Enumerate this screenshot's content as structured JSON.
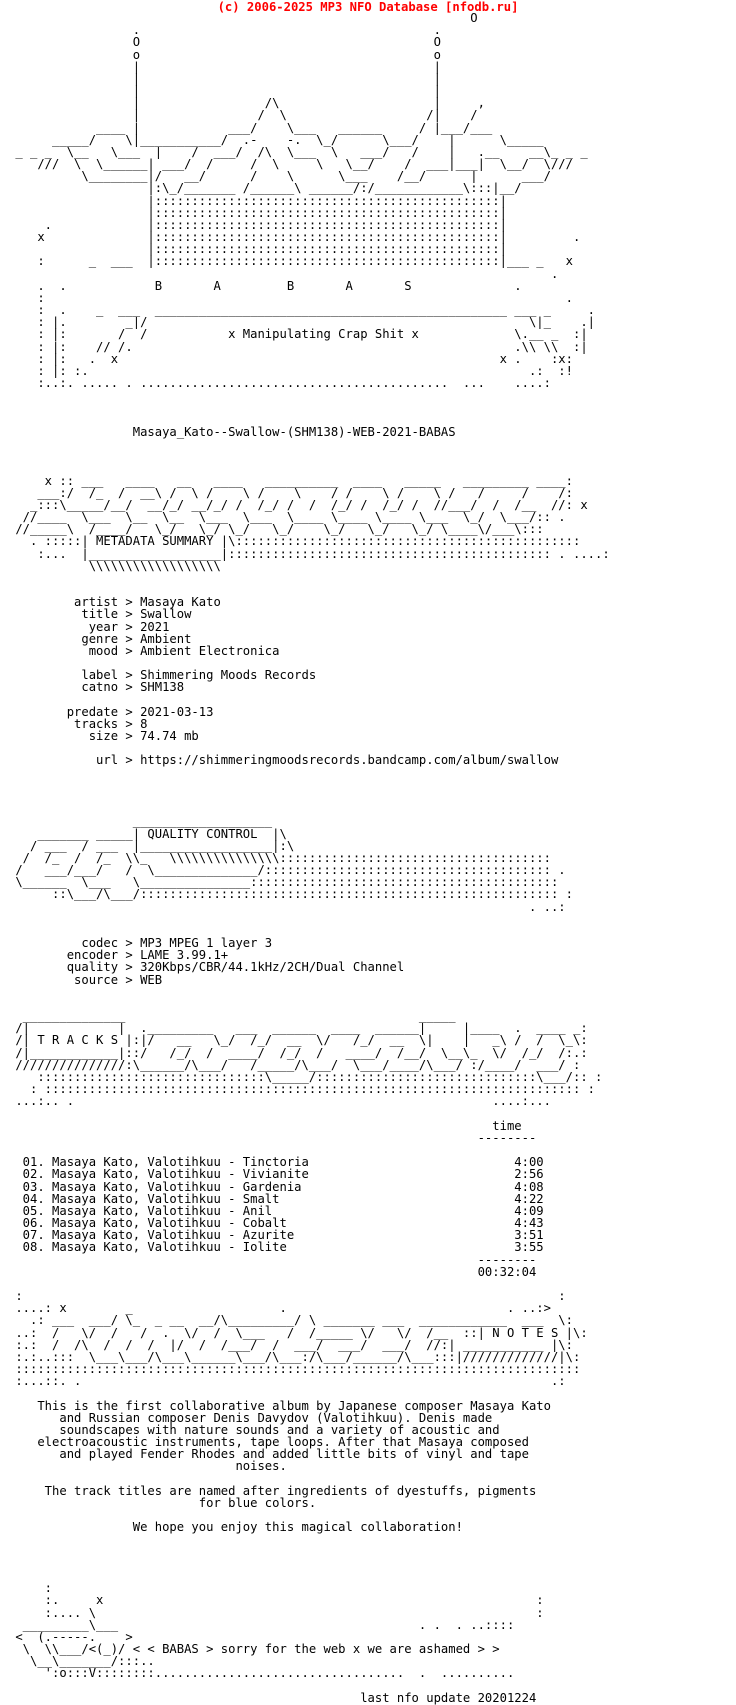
{
  "header": {
    "text": "(c) 2006-2025 MP3 NFO Database [nfodb.ru]",
    "color": "#ff0000"
  },
  "text_color": "#000000",
  "background_color": "#ffffff",
  "nfo_lines": [
    "                                                               O",
    "                 .                                        .",
    "                 O                                        O",
    "                 o                                        o",
    "                 |                                        |",
    "                 |                                        |",
    "                 |                                        |",
    "                 |                 /\\                     |     ,",
    "                 |                /  \\                   /|    /",
    "            ____ |            ___/    \\___   ______     / |___/___",
    "      _____/    \\|___________/  .-    -.  \\_/      \\___/    |      \\_____",
    " _ _ _  \\__   \\___  |    /  ___/  /\\  \\___  \\   ___/   /    |   .__    __\\_ _ _",
    "    ///  \\  \\______| ___/  /     /  \\     \\   \\__/    /  ___|___|  \\__/  \\///",
    "          \\________|/   __/      /    \\      \\___    /__/      |      ___/",
    "                   |:\\_/_______ /______\\ ______/:/____________\\:::|__/",
    "                   |:::::::::::::::::::::::::::::::::::::::::::::::|",
    "                   |:::::::::::::::::::::::::::::::::::::::::::::::|",
    "     .             |:::::::::::::::::::::::::::::::::::::::::::::::|",
    "    x              |:::::::::::::::::::::::::::::::::::::::::::::::|         .",
    "                   |:::::::::::::::::::::::::::::::::::::::::::::::|",
    "    :      _  ___  |:::::::::::::::::::::::::::::::::::::::::::::::|___ _   x",
    "                                                                          .",
    "    .  .            B       A         B       A       S              .",
    "    :                                                                       .",
    "    :  .    _  ___  ________________________________________________ ___ _     .",
    "    : |.        _|/                                                    \\|_    .|",
    "    : |:       /  /           x Manipulating Crap Shit x             \\.__ _  :|",
    "    : |:    // /.                                                    .\\\\ \\\\  :|",
    "    : |:   .  x                                                    x .    :x:",
    "    : |: :.                                                            .:  :!",
    "    :..:. ..... . ..........................................  ...    ....:",
    "",
    "",
    "",
    "                 Masaya_Kato--Swallow-(SHM138)-WEB-2021-BABAS",
    "",
    "",
    "",
    "     x :: ___   ____   __   ____   __________  ____   _____   _________ ____:",
    "    ___:/  /_  /  __\\ /  \\ /    \\ /    \\    / /    \\ /    \\ /   /     /    /:",
    "   _:::\\_____/__/  __/_/ __/_/ /  /_/ /  /  /_/ /  /_/ /  //___/  /  /__  //: x",
    "  //____  \\___  \\__  \\__  \\___  \\___  \\____ \\____ \\____ \\___  \\_/  \\___/:: .",
    " //_____\\  /____/   \\_/   \\_/ \\_/   \\_/    \\_/   \\_/   \\_/ \\____\\/___\\:::",
    "   . :::::| METADATA SUMMARY |\\:::::::::::::::::::::::::::::::::::::::::::::::",
    "    :...  |__________________|:::::::::::::::::::::::::::::::::::::::::::: . ....:",
    "           \\\\\\\\\\\\\\\\\\\\\\\\\\\\\\\\\\\\",
    "",
    "",
    "         artist > Masaya Kato",
    "          title > Swallow",
    "           year > 2021",
    "          genre > Ambient",
    "           mood > Ambient Electronica",
    "",
    "          label > Shimmering Moods Records",
    "          catno > SHM138",
    "",
    "        predate > 2021-03-13",
    "         tracks > 8",
    "           size > 74.74 mb",
    "",
    "            url > https://shimmeringmoodsrecords.bandcamp.com/album/swallow",
    "",
    "",
    "",
    "",
    "                 ___________________",
    "    _______ _____| QUALITY CONTROL  |\\",
    "   / ___  / ___  |__________________|:\\",
    "  /  /_  /  /_  \\\\_   \\\\\\\\\\\\\\\\\\\\\\\\\\\\\\:::::::::::::::::::::::::::::::::::::",
    " /   ___/___/   /  \\______________/::::::::::::::::::::::::::::::::::::::: .",
    " \\______  \\___   \\_______________::::::::::::::::::::::::::::::::::::::::::",
    "      ::\\___/\\___/::::::::::::::::::::::::::::::::::::::::::::::::::::::::: :",
    "                                                                       . ..:",
    "",
    "",
    "          codec > MP3 MPEG 1 layer 3",
    "        encoder > LAME 3.99.1+",
    "        quality > 320Kbps/CBR/44.1kHz/2CH/Dual Channel",
    "         source > WEB",
    "",
    "",
    "  ______________                                        _____",
    " /|            |  ._________   ___  ______  ____  ______|     |____  .  ____ _:",
    " /| T R A C K S |:|/   __   \\_/  /_/  __  \\/   /_/  __  \\|    |   _\\ /  /  \\_\\:",
    " /|____________|::/   /_/  /  ____/  /_/  /   ____/  /__/  \\__\\_  \\/  /_/  /:.:",
    " ///////////////:\\______/\\___/   /_____/\\___/  \\___/____/\\___/ :/____/  ___/ :",
    "    :::::::::::::::::::::::::::::::\\_____/::::::::::::::::::::::::::::::\\___/:: :",
    "   : ::::::::::::::::::::::::::::::::::::::::::::::::::::::::::::::::::::::::: :",
    " ...:.. .                                                         ....:...",
    "",
    "                                                                  time",
    "                                                                --------",
    "",
    "  01. Masaya Kato, Valotihkuu - Tinctoria                            4:00",
    "  02. Masaya Kato, Valotihkuu - Vivianite                            2:56",
    "  03. Masaya Kato, Valotihkuu - Gardenia                             4:08",
    "  04. Masaya Kato, Valotihkuu - Smalt                                4:22",
    "  05. Masaya Kato, Valotihkuu - Anil                                 4:09",
    "  06. Masaya Kato, Valotihkuu - Cobalt                               4:43",
    "  07. Masaya Kato, Valotihkuu - Azurite                              3:51",
    "  08. Masaya Kato, Valotihkuu - Iolite                               3:55",
    "                                                                --------",
    "                                                                00:32:04",
    "",
    " :                                                                         :",
    " ....: x        _                    .                              . ..:>",
    "   .: ___  ___/ \\_  _ __  __/\\_________/ \\ _______ ___  ____________  ___  \\:",
    " ..:  /   \\/  /   /  .  \\/  /  \\___   /  /_____ \\/   \\/  /__  ::| N O T E S |\\:",
    " :.:  /  /\\  /  /  /  |/  /  /___/  /  ___/  ___/  ___/  //:| ___________ |\\:",
    " :.:..:::  \\___\\___/\\___\\______\\___/\\___:/\\___/______/\\___:::|/////////////|\\:",
    " :::::::::::::::::::::::::::::::::::::::::::::::::::::::::::::::::::::::::::::",
    " :...::. .                                                                .:",
    "",
    "    This is the first collaborative album by Japanese composer Masaya Kato",
    "       and Russian composer Denis Davydov (Valotihkuu). Denis made",
    "       soundscapes with nature sounds and a variety of acoustic and",
    "    electroacoustic instruments, tape loops. After that Masaya composed",
    "       and played Fender Rhodes and added little bits of vinyl and tape",
    "                               noises.",
    "",
    "     The track titles are named after ingredients of dyestuffs, pigments",
    "                          for blue colors.",
    "",
    "                 We hope you enjoy this magical collaboration!",
    "",
    "",
    "",
    "",
    "     :",
    "     :.     x                                                           :",
    "     :.... \\                                                            :",
    "  _________\\___                                         . .  . ..::::",
    " <  (.-----.    >",
    "  \\  \\\\___/<(_)/ < < BABAS > sorry for the web x we are ashamed > >",
    "   \\__\\_______/:::..",
    "     ':o:::V::::::::..................................  .  ..........",
    "",
    "                                                last nfo update 20201224"
  ]
}
